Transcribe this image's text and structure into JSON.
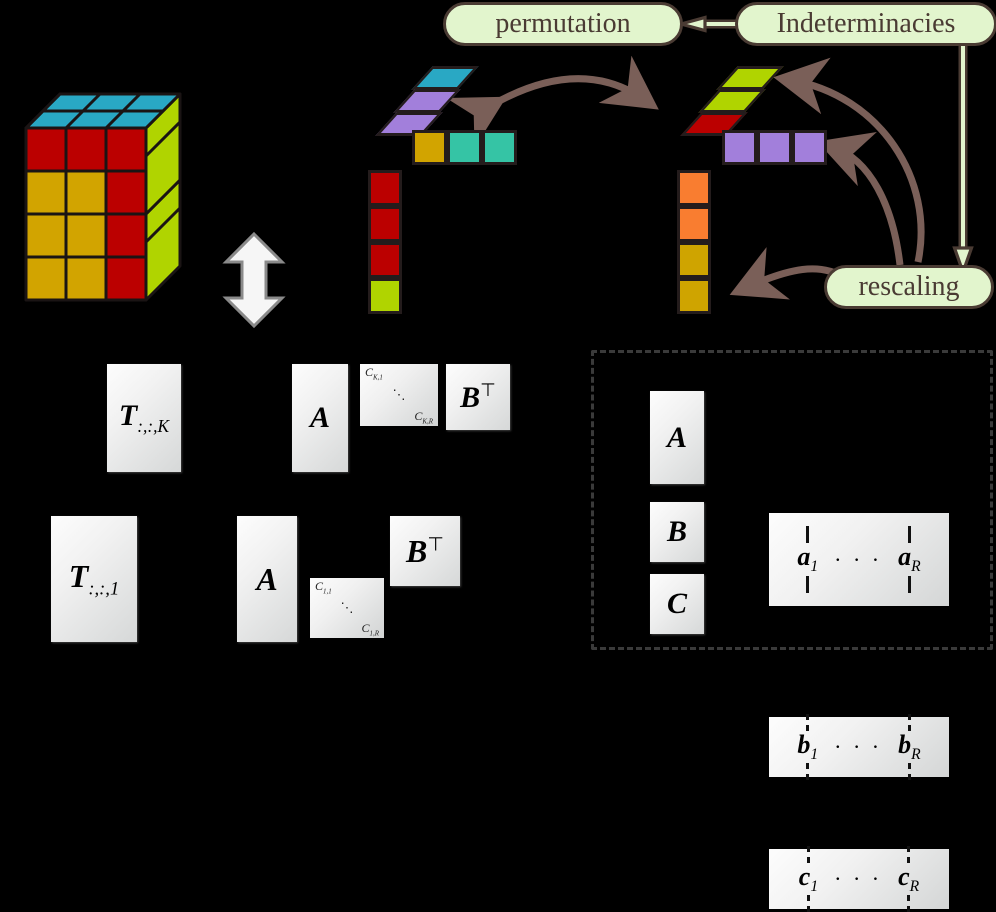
{
  "diagram": {
    "title_nodes": {
      "indeterminacies": "Indeterminacies",
      "permutation": "permutation",
      "rescaling": "rescaling"
    },
    "equations": {
      "top_row": {
        "tensor_slice": "T",
        "tensor_slice_sub": ":,:,K",
        "factor_a": "A",
        "diag_first": "C",
        "diag_first_sub": "K,1",
        "diag_last": "C",
        "diag_last_sub": "K,R",
        "diag_dots": "⋱",
        "factor_b": "B",
        "factor_b_sup": "⊤"
      },
      "bottom_row": {
        "tensor_slice": "T",
        "tensor_slice_sub": ":,:,1",
        "factor_a": "A",
        "diag_first": "C",
        "diag_first_sub": "1,1",
        "diag_last": "C",
        "diag_last_sub": "1,R",
        "diag_dots": "⋱",
        "factor_b": "B",
        "factor_b_sup": "⊤"
      }
    },
    "factor_legend": {
      "rows": [
        {
          "matrix": "A",
          "first_vec": "a",
          "first_sub": "1",
          "dots": "· · ·",
          "last_vec": "a",
          "last_sub": "R",
          "bar_style": "solid"
        },
        {
          "matrix": "B",
          "first_vec": "b",
          "first_sub": "1",
          "dots": "· · ·",
          "last_vec": "b",
          "last_sub": "R",
          "bar_style": "dashed"
        },
        {
          "matrix": "C",
          "first_vec": "c",
          "first_sub": "1",
          "dots": "· · ·",
          "last_vec": "c",
          "last_sub": "R",
          "bar_style": "dashed"
        }
      ]
    },
    "colors": {
      "green_fill": "#e2f5cd",
      "dark_outline": "#4a3b33",
      "arrow_brown": "#7a5f58",
      "cyan": "#29a8c4",
      "purple": "#a27fdb",
      "gold": "#d2a400",
      "teal": "#35c4a5",
      "red": "#bb0000",
      "yellow_green": "#b0d400",
      "orange": "#f97d30",
      "tile_border": "#241c1c",
      "white_arrow": "#f6f6f6"
    },
    "blocks": {
      "cube": {
        "name": "data-tensor-cube",
        "top_color": "cyan",
        "front_colors": [
          "red",
          "gold"
        ],
        "side_color": "yellow_green"
      },
      "left_factorization": {
        "slant_tiles": [
          "cyan",
          "purple",
          "purple"
        ],
        "row_tiles": [
          "gold",
          "teal",
          "teal"
        ],
        "col_tiles": [
          "red",
          "red",
          "red",
          "yellow_green"
        ]
      },
      "right_factorization": {
        "slant_tiles": [
          "yellow_green",
          "yellow_green",
          "red"
        ],
        "row_tiles": [
          "purple",
          "purple",
          "purple"
        ],
        "col_tiles": [
          "orange",
          "orange",
          "gold",
          "gold"
        ]
      }
    },
    "icons": {
      "vertical_double_arrow": "double-arrow-vertical-icon",
      "permutation_double_arrow": "curved-double-arrow-icon",
      "rescaling_arrows": "curved-arrow-icon",
      "indeterminacies_arrow_left": "straight-arrow-left-icon",
      "indeterminacies_arrow_down": "straight-arrow-down-icon"
    }
  }
}
